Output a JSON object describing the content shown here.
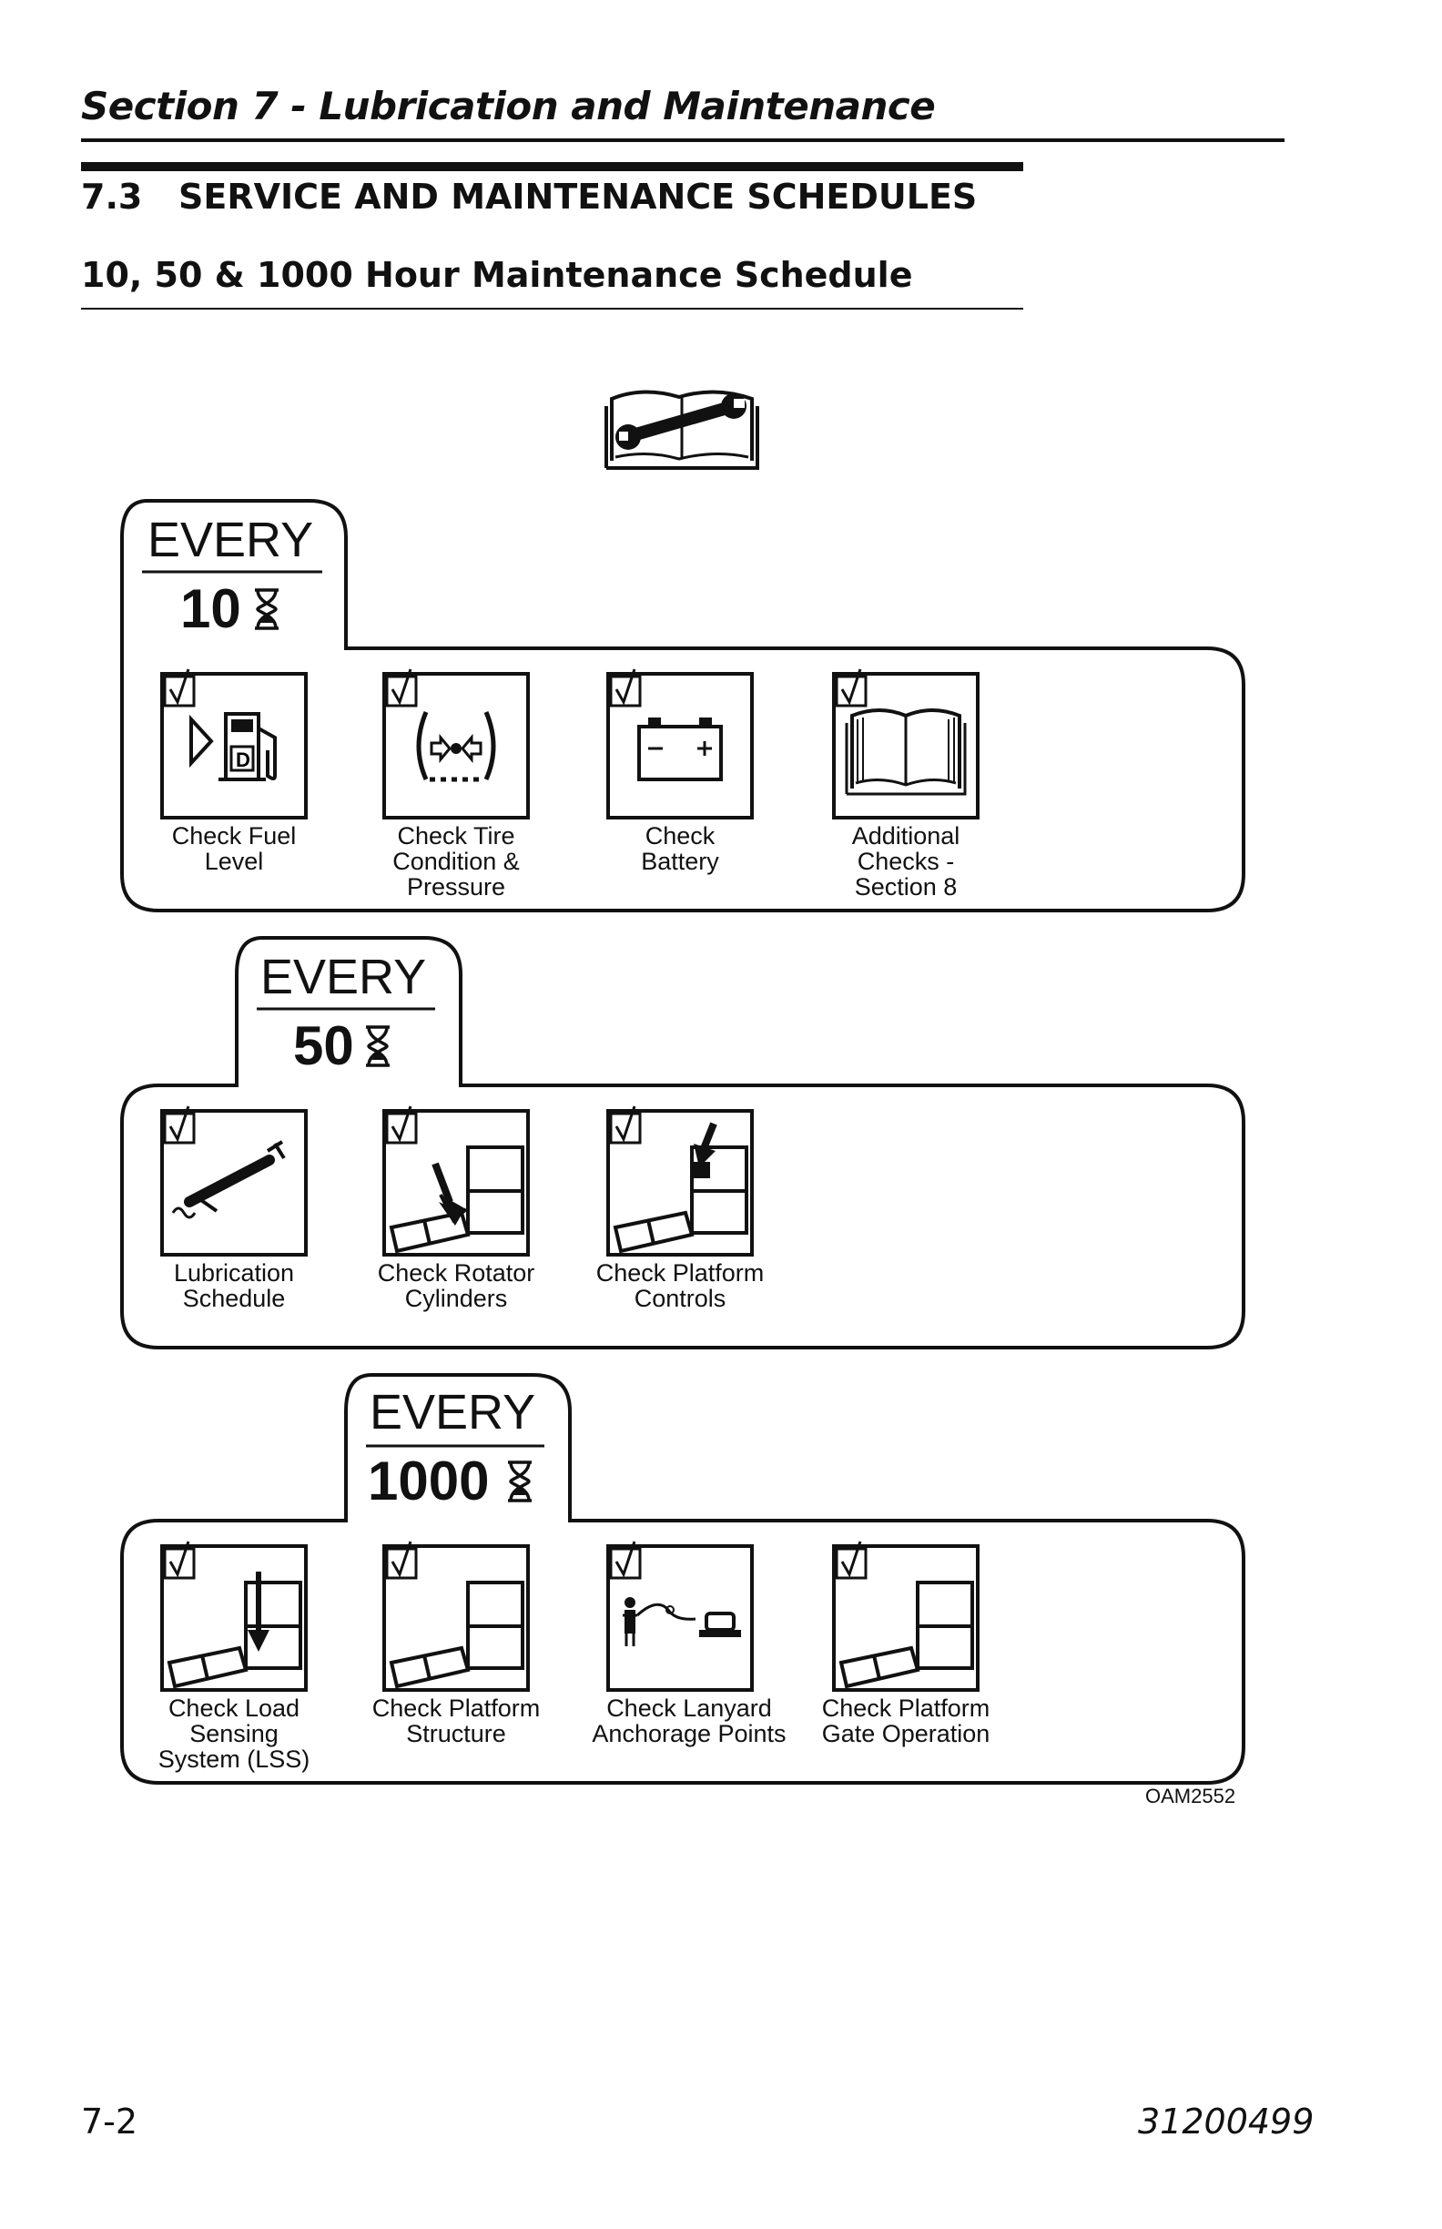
{
  "header": {
    "running_head": "Section 7 - Lubrication and Maintenance"
  },
  "section": {
    "number": "7.3",
    "title": "SERVICE AND MAINTENANCE SCHEDULES"
  },
  "subsection": {
    "title": "10, 50 & 1000 Hour Maintenance Schedule"
  },
  "figure": {
    "id": "OAM2552",
    "groups": [
      {
        "every": "EVERY",
        "hours": "10",
        "items": [
          {
            "lines": [
              "Check Fuel",
              "Level"
            ],
            "icon": "fuel-pump-icon"
          },
          {
            "lines": [
              "Check Tire",
              "Condition &",
              "Pressure"
            ],
            "icon": "tire-icon"
          },
          {
            "lines": [
              "Check",
              "Battery"
            ],
            "icon": "battery-icon"
          },
          {
            "lines": [
              "Additional",
              "Checks -",
              "Section 8"
            ],
            "icon": "open-book-icon"
          }
        ]
      },
      {
        "every": "EVERY",
        "hours": "50",
        "items": [
          {
            "lines": [
              "Lubrication",
              "Schedule"
            ],
            "icon": "grease-gun-icon"
          },
          {
            "lines": [
              "Check Rotator",
              "Cylinders"
            ],
            "icon": "rotator-icon"
          },
          {
            "lines": [
              "Check Platform",
              "Controls"
            ],
            "icon": "platform-controls-icon"
          }
        ]
      },
      {
        "every": "EVERY",
        "hours": "1000",
        "items": [
          {
            "lines": [
              "Check Load",
              "Sensing",
              "System (LSS)"
            ],
            "icon": "load-sensing-icon"
          },
          {
            "lines": [
              "Check Platform",
              "Structure"
            ],
            "icon": "platform-structure-icon"
          },
          {
            "lines": [
              "Check Lanyard",
              "Anchorage Points"
            ],
            "icon": "lanyard-icon"
          },
          {
            "lines": [
              "Check Platform",
              "Gate Operation"
            ],
            "icon": "platform-gate-icon"
          }
        ]
      }
    ]
  },
  "footer": {
    "page": "7-2",
    "doc_number": "31200499"
  }
}
